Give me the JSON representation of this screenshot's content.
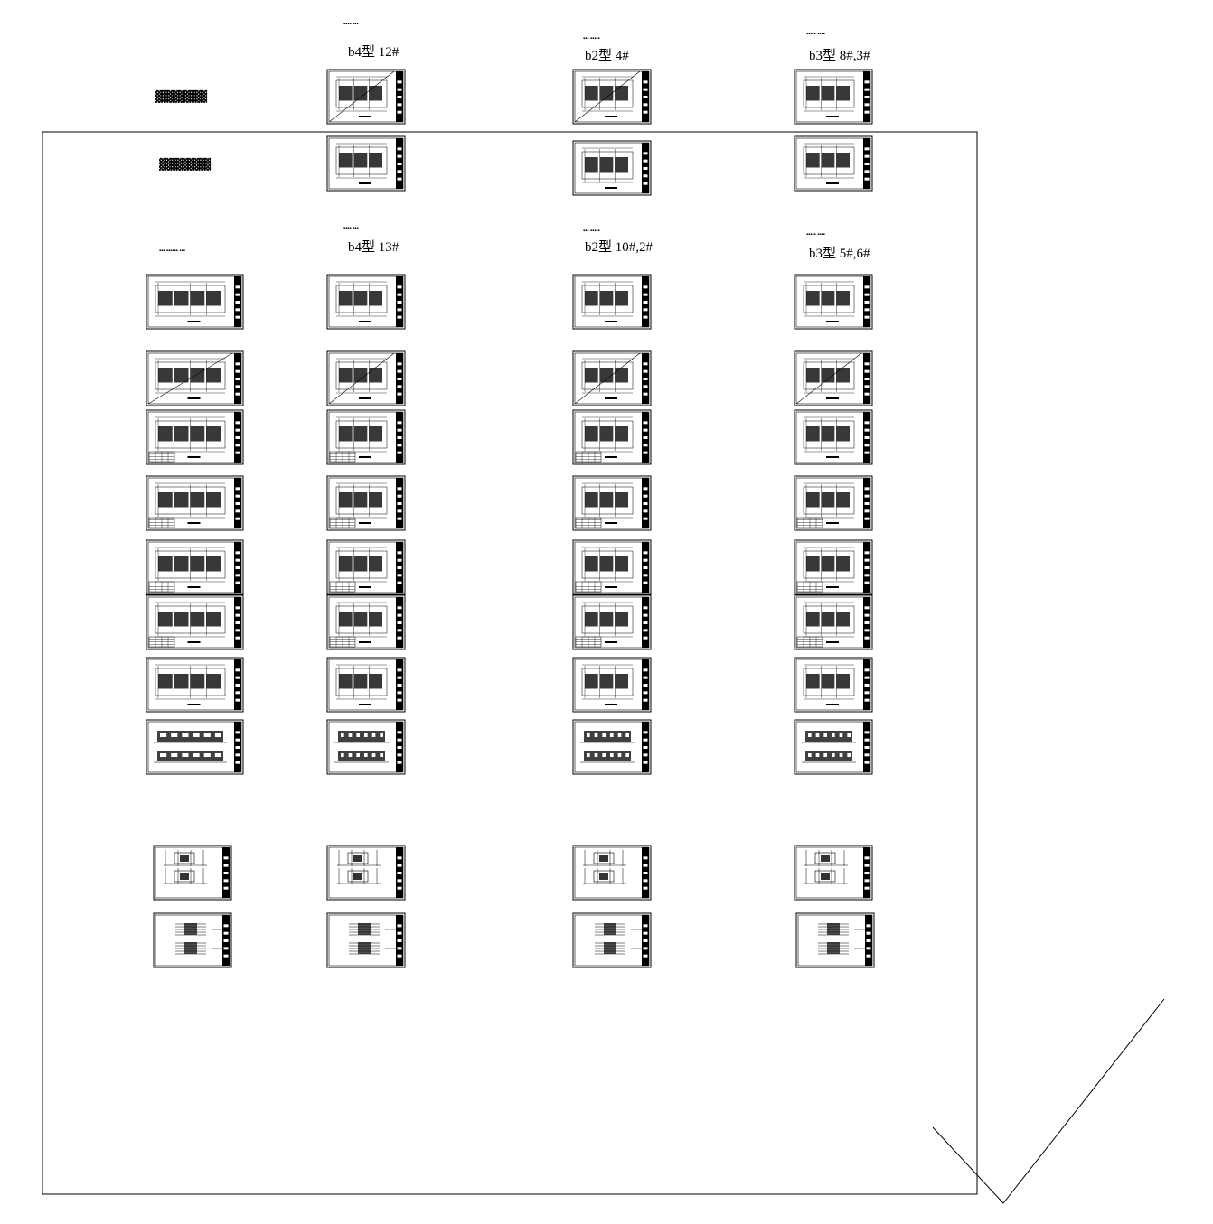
{
  "columns": [
    {
      "title": "b4型  12#",
      "subtitle": ""
    },
    {
      "title": "b2型  4#",
      "subtitle": ""
    },
    {
      "title": "b3型  8#,3#",
      "subtitle": ""
    },
    {
      "title": "b4型  13#",
      "subtitle": ""
    },
    {
      "title": "b2型  10#,2#",
      "subtitle": ""
    },
    {
      "title": "b3型  5#,6#",
      "subtitle": ""
    }
  ],
  "colors": {
    "line": "#000000",
    "background": "#ffffff"
  }
}
